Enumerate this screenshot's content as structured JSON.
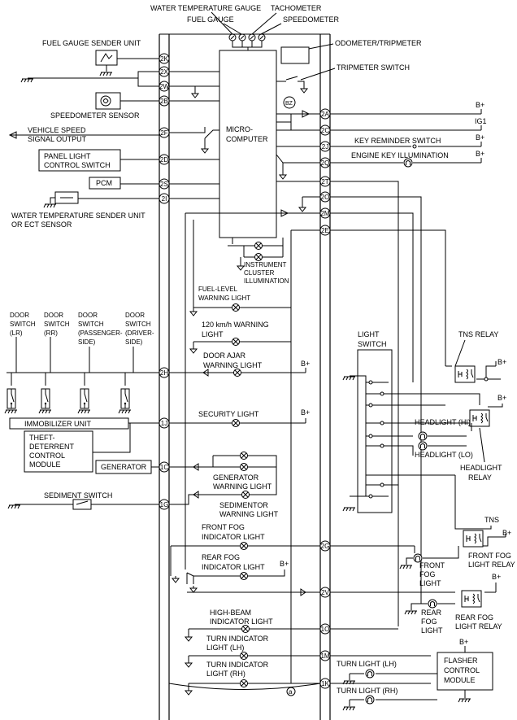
{
  "gauges": {
    "water_temperature_gauge": "WATER TEMPERATURE GAUGE",
    "fuel_gauge": "FUEL GAUGE",
    "tachometer": "TACHOMETER",
    "speedometer": "SPEEDOMETER"
  },
  "components": {
    "odometer_tripmeter": "ODOMETER/TRIPMETER",
    "tripmeter_switch": "TRIPMETER SWITCH",
    "fuel_gauge_sender_unit": "FUEL GAUGE SENDER UNIT",
    "speedometer_sensor": "SPEEDOMETER SENSOR",
    "vehicle_speed_signal_output": [
      "VEHICLE SPEED",
      "SIGNAL OUTPUT"
    ],
    "panel_light_control_switch": [
      "PANEL LIGHT",
      "CONTROL SWITCH"
    ],
    "pcm": "PCM",
    "water_temp_sender_unit": [
      "WATER TEMPERATURE SENDER UNIT",
      "OR ECT SENSOR"
    ],
    "microcomputer": [
      "MICRO-",
      "COMPUTER"
    ],
    "buzzer": "BZ",
    "key_reminder_switch": "KEY REMINDER SWITCH",
    "engine_key_illumination": "ENGINE KEY ILLUMINATION",
    "instrument_cluster_illumination": [
      "INSTRUMENT",
      "CLUSTER",
      "ILLUMINATION"
    ],
    "fuel_level_warning_light": [
      "FUEL-LEVEL",
      "WARNING LIGHT"
    ],
    "warning_120kmh": [
      "120 km/h WARNING",
      "LIGHT"
    ],
    "door_ajar_warning_light": [
      "DOOR AJAR",
      "WARNING LIGHT"
    ],
    "door_switch_lr": [
      "DOOR",
      "SWITCH",
      "(LR)"
    ],
    "door_switch_rr": [
      "DOOR",
      "SWITCH",
      "(RR)"
    ],
    "door_switch_passenger": [
      "DOOR",
      "SWITCH",
      "(PASSENGER-",
      "SIDE)"
    ],
    "door_switch_driver": [
      "DOOR",
      "SWITCH",
      "(DRIVER-",
      "SIDE)"
    ],
    "immobilizer_unit": "IMMOBILIZER UNIT",
    "security_light": "SECURITY LIGHT",
    "theft_deterrent_control_module": [
      "THEFT-",
      "DETERRENT",
      "CONTROL",
      "MODULE"
    ],
    "generator": "GENERATOR",
    "generator_warning_light": [
      "GENERATOR",
      "WARNING LIGHT"
    ],
    "sedimentor_warning_light": [
      "SEDIMENTOR",
      "WARNING LIGHT"
    ],
    "sediment_switch": "SEDIMENT SWITCH",
    "front_fog_indicator_light": [
      "FRONT FOG",
      "INDICATOR LIGHT"
    ],
    "rear_fog_indicator_light": [
      "REAR FOG",
      "INDICATOR LIGHT"
    ],
    "high_beam_indicator_light": [
      "HIGH-BEAM",
      "INDICATOR LIGHT"
    ],
    "turn_indicator_light_lh": [
      "TURN INDICATOR",
      "LIGHT (LH)"
    ],
    "turn_indicator_light_rh": [
      "TURN INDICATOR",
      "LIGHT (RH)"
    ],
    "light_switch": [
      "LIGHT",
      "SWITCH"
    ],
    "tns_relay": "TNS RELAY",
    "tns": "TNS",
    "headlight_hi": "HEADLIGHT (HI)",
    "headlight_lo": "HEADLIGHT (LO)",
    "headlight_relay": [
      "HEADLIGHT",
      "RELAY"
    ],
    "front_fog_light": [
      "FRONT",
      "FOG",
      "LIGHT"
    ],
    "front_fog_light_relay": [
      "FRONT FOG",
      "LIGHT RELAY"
    ],
    "rear_fog_light": [
      "REAR",
      "FOG",
      "LIGHT"
    ],
    "rear_fog_light_relay": [
      "REAR FOG",
      "LIGHT RELAY"
    ],
    "turn_light_lh": "TURN LIGHT (LH)",
    "turn_light_rh": "TURN LIGHT (RH)",
    "flasher_control_module": [
      "FLASHER",
      "CONTROL",
      "MODULE"
    ]
  },
  "power_labels": {
    "b_plus": "B+",
    "ig1": "IG1"
  },
  "terminals_left": [
    "2K",
    "2X",
    "2W",
    "2B",
    "2F",
    "2D",
    "2S",
    "2I",
    "2H",
    "1J",
    "1C",
    "1G"
  ],
  "terminals_right": [
    "2A",
    "2C",
    "2J",
    "2Q",
    "2T",
    "2O",
    "2M",
    "2E",
    "2G",
    "2V",
    "1O",
    "1M",
    "1K"
  ],
  "connector_marker": "a"
}
